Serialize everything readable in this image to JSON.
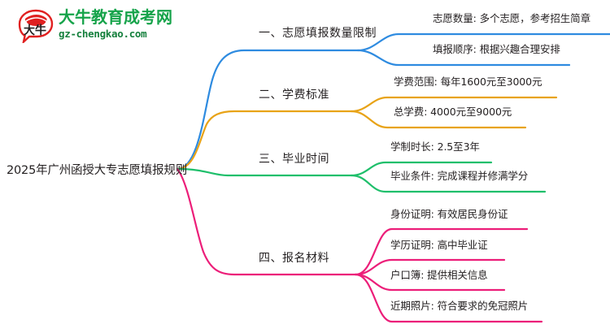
{
  "brand": {
    "logo_mark_text": "大牛",
    "name_cn": "大牛教育成考网",
    "name_en": "gz-chengkao.com",
    "brand_color": "#16a34a",
    "mark_color": "#e02020"
  },
  "mindmap": {
    "root": {
      "label": "2025年广州函授大专志愿填报规则"
    },
    "colors": {
      "branch_1": "#2e8be0",
      "branch_2": "#e8a317",
      "branch_3": "#1fbf6b",
      "branch_4": "#ec1e79"
    },
    "branches": [
      {
        "label": "一、志愿填报数量限制",
        "color": "#2e8be0",
        "leaves": [
          {
            "label": "志愿数量: 多个志愿，参考招生简章"
          },
          {
            "label": "填报顺序: 根据兴趣合理安排"
          }
        ]
      },
      {
        "label": "二、学费标准",
        "color": "#e8a317",
        "leaves": [
          {
            "label": "学费范围: 每年1600元至3000元"
          },
          {
            "label": "总学费: 4000元至9000元"
          }
        ]
      },
      {
        "label": "三、毕业时间",
        "color": "#1fbf6b",
        "leaves": [
          {
            "label": "学制时长: 2.5至3年"
          },
          {
            "label": "毕业条件: 完成课程并修满学分"
          }
        ]
      },
      {
        "label": "四、报名材料",
        "color": "#ec1e79",
        "leaves": [
          {
            "label": "身份证明: 有效居民身份证"
          },
          {
            "label": "学历证明: 高中毕业证"
          },
          {
            "label": "户口簿: 提供相关信息"
          },
          {
            "label": "近期照片: 符合要求的免冠照片"
          }
        ]
      }
    ]
  }
}
